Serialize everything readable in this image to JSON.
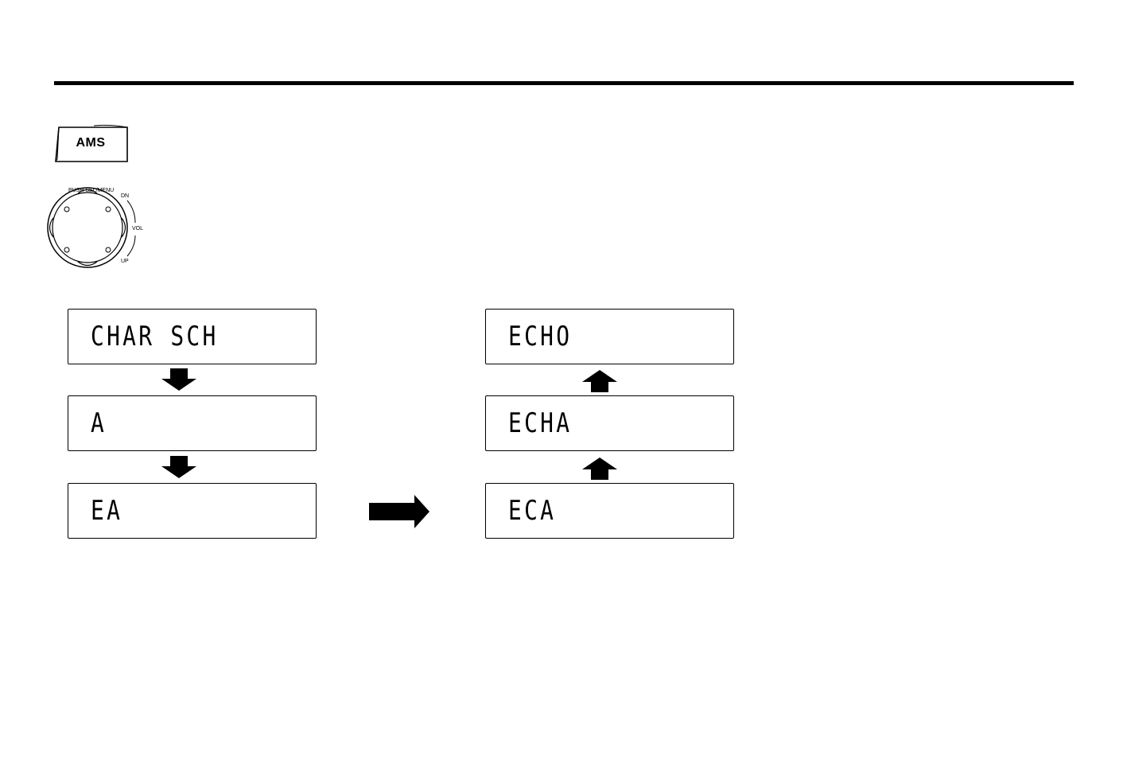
{
  "controls": {
    "ams_button_label": "AMS",
    "knob": {
      "top_label": "PUSH SEL/MENU",
      "dn_label": "DN",
      "vol_label": "VOL",
      "up_label": "UP"
    }
  },
  "displays": {
    "left": [
      "CHAR SCH",
      "A",
      "EA"
    ],
    "right": [
      "ECHO",
      "ECHA",
      "ECA"
    ]
  }
}
